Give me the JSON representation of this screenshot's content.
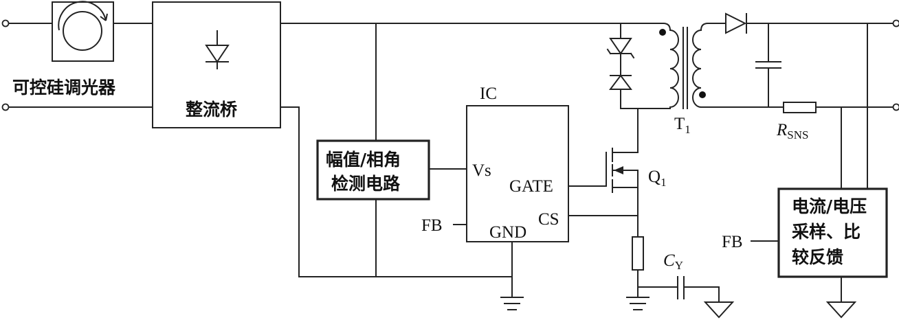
{
  "labels": {
    "dimmer": "可控硅调光器",
    "bridge": "整流桥",
    "detector_line1": "幅值/相角",
    "detector_line2": "检测电路",
    "ic": "IC",
    "pin_vs": "Vs",
    "pin_gate": "GATE",
    "pin_cs": "CS",
    "pin_gnd": "GND",
    "fb_left": "FB",
    "fb_right": "FB",
    "q1": "Q",
    "q1_sub": "1",
    "t1": "T",
    "t1_sub": "1",
    "rsns": "R",
    "rsns_sub": "SNS",
    "cy": "C",
    "cy_sub": "Y",
    "feedback_line1": "电流/电压",
    "feedback_line2": "采样、比",
    "feedback_line3": "较反馈"
  }
}
